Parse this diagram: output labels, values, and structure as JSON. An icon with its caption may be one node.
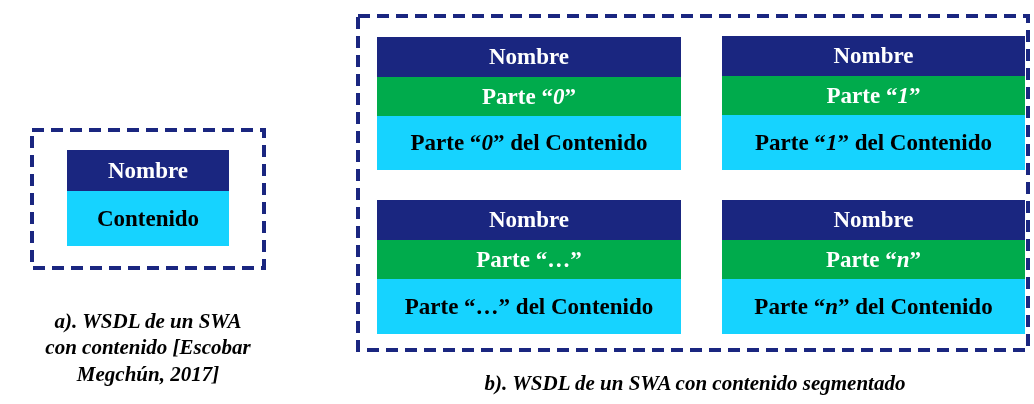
{
  "diagram": {
    "nodes": [
      {
        "text": [],
        "shape": "box"
      },
      {
        "text": [
          "Nombre",
          "Contenido"
        ],
        "in": 0
      },
      {
        "text": [],
        "shape": "box"
      },
      {
        "text": [
          "Nombre",
          "Parte “*0*”",
          "Parte “*0*” del Contenido"
        ],
        "in": 2
      },
      {
        "text": [
          "Nombre",
          "Parte “*1*”",
          "Parte “*1*” del Contenido"
        ],
        "in": 2
      },
      {
        "text": [
          "Nombre",
          "Parte “…”",
          "Parte “…” del Contenido"
        ],
        "in": 2
      },
      {
        "text": [
          "Nombre",
          "Parte “*n*”",
          "Parte “*n*” del Contenido"
        ],
        "in": 2
      }
    ],
    "labels": [
      "a). WSDL de un SWA con contenido [Escobar Megchún, 2017]",
      "b). WSDL de un SWA con contenido segmentado"
    ]
  }
}
